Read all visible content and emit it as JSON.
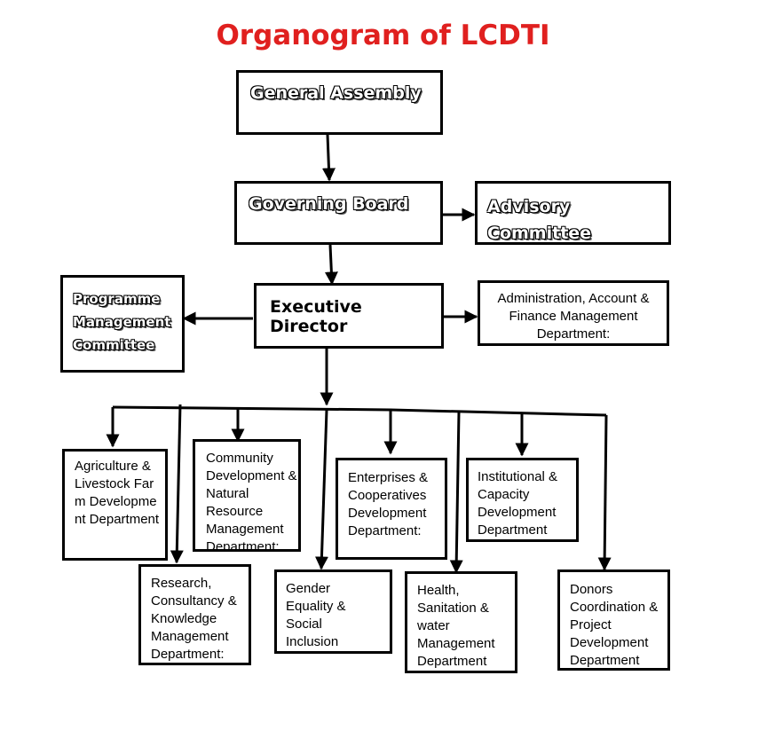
{
  "title": "Organogram of LCDTI",
  "nodes": {
    "general_assembly": "General Assembly",
    "governing_board": "Governing Board",
    "advisory_committee": "Advisory Committee",
    "executive_director": "Executive Director",
    "programme_committee": "Programme Management Committee",
    "admin_department": "Administration, Account & Finance Management Department:",
    "agriculture": "Agriculture & Livestock Farm Development Department",
    "community": "Community Development & Natural Resource Management Department:",
    "enterprises": "Enterprises & Cooperatives Development Department:",
    "institutional": "Institutional & Capacity Development Department",
    "research": "Research, Consultancy & Knowledge Management Department:",
    "gender": "Gender Equality & Social Inclusion",
    "health": "Health, Sanitation & water Management Department",
    "donors": "Donors Coordination & Project Development Department"
  }
}
